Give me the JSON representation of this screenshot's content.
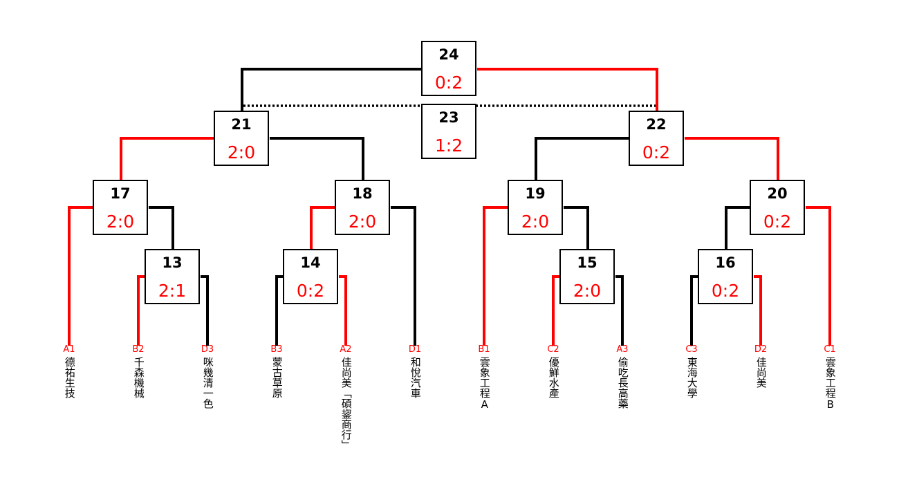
{
  "matches": [
    {
      "id": "m24",
      "num": "24",
      "score": "0:2"
    },
    {
      "id": "m23",
      "num": "23",
      "score": "1:2"
    },
    {
      "id": "m21",
      "num": "21",
      "score": "2:0"
    },
    {
      "id": "m22",
      "num": "22",
      "score": "0:2"
    },
    {
      "id": "m17",
      "num": "17",
      "score": "2:0"
    },
    {
      "id": "m18",
      "num": "18",
      "score": "2:0"
    },
    {
      "id": "m19",
      "num": "19",
      "score": "2:0"
    },
    {
      "id": "m20",
      "num": "20",
      "score": "0:2"
    },
    {
      "id": "m13",
      "num": "13",
      "score": "2:1"
    },
    {
      "id": "m14",
      "num": "14",
      "score": "0:2"
    },
    {
      "id": "m15",
      "num": "15",
      "score": "2:0"
    },
    {
      "id": "m16",
      "num": "16",
      "score": "0:2"
    }
  ],
  "teams": [
    {
      "seed": "A1",
      "name": "德祐生技",
      "winner": true
    },
    {
      "seed": "B2",
      "name": "千森機械",
      "winner": true
    },
    {
      "seed": "D3",
      "name": "咪幾清一色",
      "winner": false
    },
    {
      "seed": "B3",
      "name": "蒙古草原",
      "winner": false
    },
    {
      "seed": "A2",
      "name": "佳尚美「碩鋆商行」",
      "winner": true
    },
    {
      "seed": "D1",
      "name": "和悅汽車",
      "winner": false
    },
    {
      "seed": "B1",
      "name": "雲象工程A",
      "winner": true
    },
    {
      "seed": "C2",
      "name": "優鮮水產",
      "winner": true
    },
    {
      "seed": "A3",
      "name": "偷吃長高藥",
      "winner": false
    },
    {
      "seed": "C3",
      "name": "東海大學",
      "winner": false
    },
    {
      "seed": "D2",
      "name": "佳尚美",
      "winner": true
    },
    {
      "seed": "C1",
      "name": "雲象工程B",
      "winner": true
    }
  ],
  "colors": {
    "winner": "#ff0000",
    "loser": "#000000",
    "seed_winner": "#ff0000",
    "seed_loser": "#ff0000"
  }
}
